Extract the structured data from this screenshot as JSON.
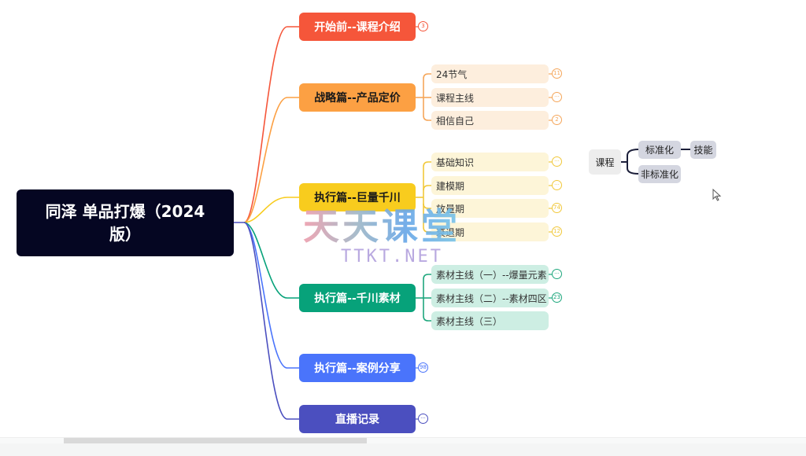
{
  "mindmap": {
    "root": {
      "label": "同泽 单品打爆（2024版）",
      "line1": "同泽 单品打爆（2024",
      "line2": "版）",
      "color": "#050622"
    },
    "branches": [
      {
        "label": "开始前--课程介绍",
        "color": "#f5563a",
        "text_color": "#ffffff",
        "badge": "3",
        "leaf_bg": "",
        "leaves": []
      },
      {
        "label": "战略篇--产品定价",
        "color": "#fca043",
        "text_color": "#1a1a1a",
        "badge": "",
        "leaf_bg": "#fdeedd",
        "leaf_line": "#f5a65a",
        "leaves": [
          {
            "label": "24节气",
            "badge": "11"
          },
          {
            "label": "课程主线",
            "badge": "···"
          },
          {
            "label": "相信自己",
            "badge": "2"
          }
        ]
      },
      {
        "label": "执行篇--巨量千川",
        "color": "#f8cc1e",
        "text_color": "#1a1a1a",
        "badge": "",
        "leaf_bg": "#fdf5d8",
        "leaf_line": "#f1c83a",
        "leaves": [
          {
            "label": "基础知识",
            "badge": "···"
          },
          {
            "label": "建模期",
            "badge": "···"
          },
          {
            "label": "放量期",
            "badge": "74"
          },
          {
            "label": "衰退期",
            "badge": "12"
          }
        ]
      },
      {
        "label": "执行篇--千川素材",
        "color": "#07a27a",
        "text_color": "#ffffff",
        "badge": "",
        "leaf_bg": "#cdeee3",
        "leaf_line": "#1ea77d",
        "leaves": [
          {
            "label": "素材主线（一）--爆量元素",
            "badge": "···"
          },
          {
            "label": "素材主线（二）--素材四区",
            "badge": "23"
          },
          {
            "label": "素材主线（三）",
            "badge": ""
          }
        ]
      },
      {
        "label": "执行篇--案例分享",
        "color": "#4a74fb",
        "text_color": "#ffffff",
        "badge": "98",
        "leaf_bg": "",
        "leaves": []
      },
      {
        "label": "直播记录",
        "color": "#4b4fbf",
        "text_color": "#ffffff",
        "badge": "···",
        "leaf_bg": "",
        "leaves": []
      }
    ]
  },
  "side_diagram": {
    "root": "课程",
    "children": [
      {
        "label": "标准化",
        "child": "技能"
      },
      {
        "label": "非标准化",
        "child": ""
      }
    ]
  },
  "watermark": {
    "main": "天天课堂",
    "sub": "TTKT.NET"
  }
}
